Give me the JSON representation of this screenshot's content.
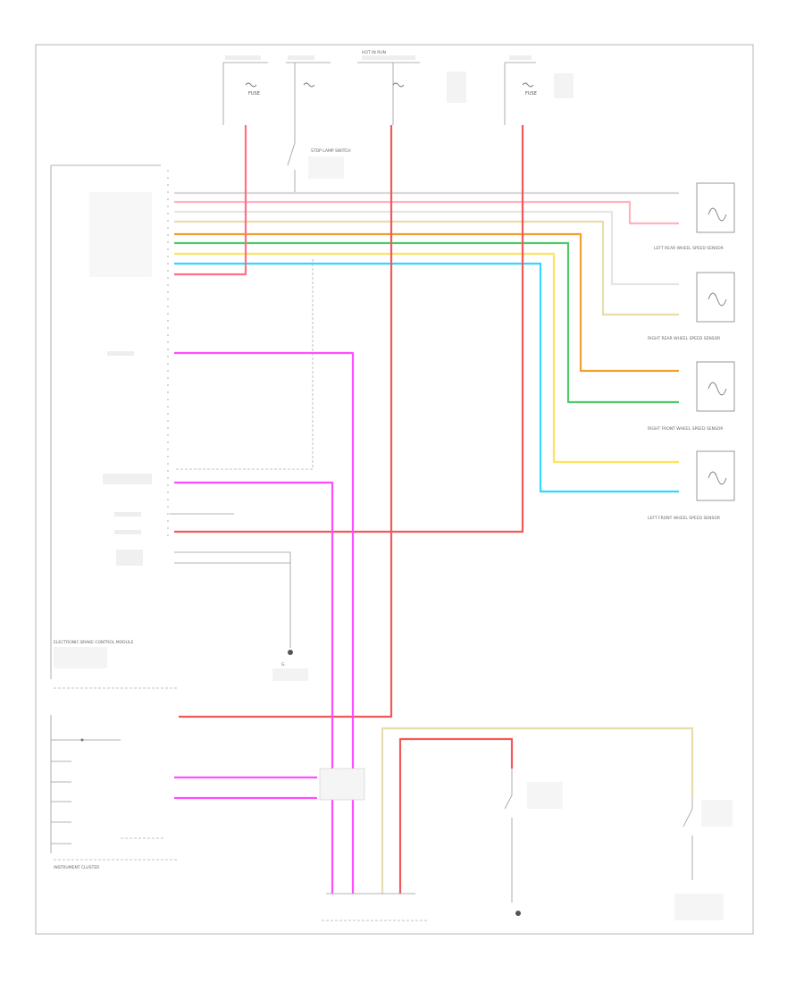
{
  "colors": {
    "pink": "#ff6f86",
    "red": "#f05a5a",
    "magenta": "#ff4dff",
    "green": "#4fc96a",
    "orange": "#f0a030",
    "yellow": "#ffe45a",
    "cyan": "#33d6ff",
    "tan": "#e6dcae",
    "lightgray": "#d9d9d9",
    "lightpink": "#ffb3c0",
    "gray_frame": "#b5b5b5"
  },
  "labels": {
    "fuse_hot_run": "HOT IN RUN",
    "fuse1": "FUSE",
    "fuse2": "FUSE",
    "brake_switch": "STOP LAMP SWITCH",
    "sensor_lr": "LEFT REAR WHEEL SPEED SENSOR",
    "sensor_rr": "RIGHT REAR WHEEL SPEED SENSOR",
    "sensor_rf": "RIGHT FRONT WHEEL SPEED SENSOR",
    "sensor_lf": "LEFT FRONT WHEEL SPEED SENSOR",
    "ebcm": "ELECTRONIC BRAKE CONTROL MODULE",
    "cluster": "INSTRUMENT CLUSTER",
    "ground": "G",
    "doc_id": ""
  }
}
